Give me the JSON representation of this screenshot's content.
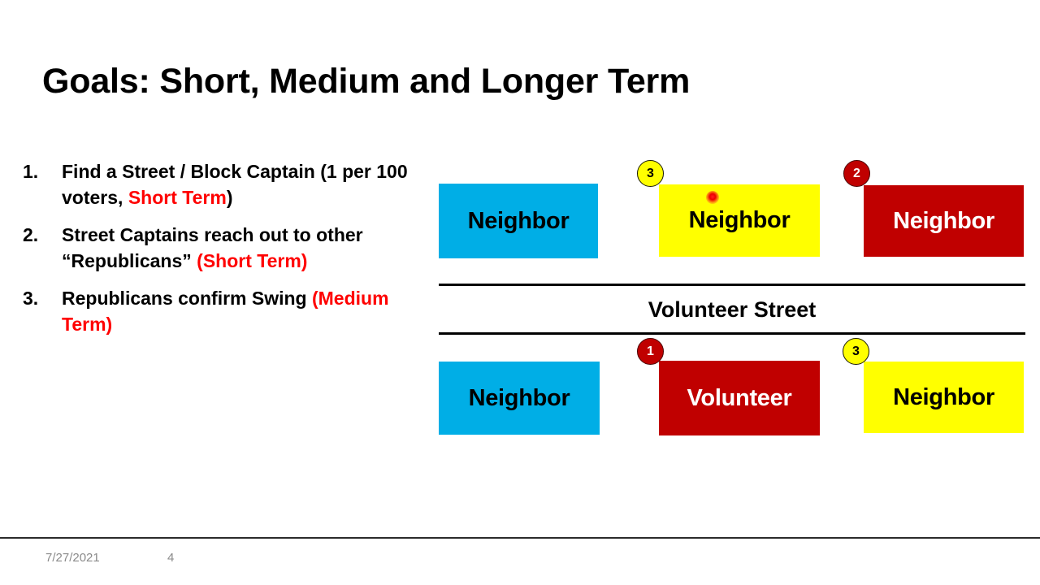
{
  "slide": {
    "title": "Goals: Short, Medium and Longer Term",
    "bullets": [
      {
        "number": "1.",
        "segments": [
          {
            "text": "Find a Street / Block Captain (1 per 100 voters, ",
            "color": "black"
          },
          {
            "text": "Short Term",
            "color": "red"
          },
          {
            "text": ")",
            "color": "black"
          }
        ]
      },
      {
        "number": "2.",
        "segments": [
          {
            "text": "Street Captains reach out to other “Republicans” ",
            "color": "black"
          },
          {
            "text": "(Short Term)",
            "color": "red"
          }
        ]
      },
      {
        "number": "3.",
        "segments": [
          {
            "text": "Republicans confirm Swing ",
            "color": "black"
          },
          {
            "text": "(Medium Term)",
            "color": "red"
          }
        ]
      }
    ],
    "diagram": {
      "street_name": "Volunteer Street",
      "top_row": [
        {
          "label": "Neighbor",
          "fill": "blue",
          "badge": null
        },
        {
          "label": "Neighbor",
          "fill": "yellow",
          "badge": "3"
        },
        {
          "label": "Neighbor",
          "fill": "red",
          "badge": "2"
        }
      ],
      "bottom_row": [
        {
          "label": "Neighbor",
          "fill": "blue",
          "badge": null
        },
        {
          "label": "Volunteer",
          "fill": "red",
          "badge": "1"
        },
        {
          "label": "Neighbor",
          "fill": "yellow",
          "badge": "3"
        }
      ]
    },
    "footer": {
      "date": "7/27/2021",
      "page_number": "4"
    },
    "colors": {
      "blue": "#00AEE6",
      "yellow": "#FFFF00",
      "red": "#C00000",
      "highlight_red": "#FF0000",
      "pointer": "#EE0000"
    }
  }
}
